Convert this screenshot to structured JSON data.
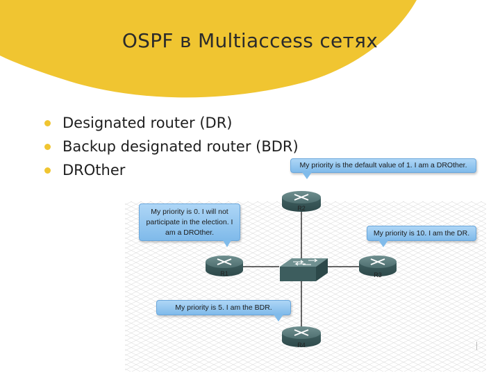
{
  "slide": {
    "title": "OSPF в Multiaccess сетях",
    "bullets": [
      "Designated router (DR)",
      "Backup designated router (BDR)",
      "DROther"
    ],
    "accent_color": "#f0c531"
  },
  "diagram": {
    "routers": [
      {
        "name": "R2"
      },
      {
        "name": "R1"
      },
      {
        "name": "R3"
      },
      {
        "name": "R4"
      }
    ],
    "switch": {
      "icon": "switch-icon"
    },
    "callouts": [
      {
        "target": "R2",
        "text": "My priority is the default value of 1. I am a DROther."
      },
      {
        "target": "R1",
        "text": "My priority is 0. I will not participate in the election. I am a DROther."
      },
      {
        "target": "R3",
        "text": "My priority is 10. I am the DR."
      },
      {
        "target": "R4",
        "text": "My priority is 5. I am the BDR."
      }
    ],
    "callout_color": "#9cccf2"
  }
}
